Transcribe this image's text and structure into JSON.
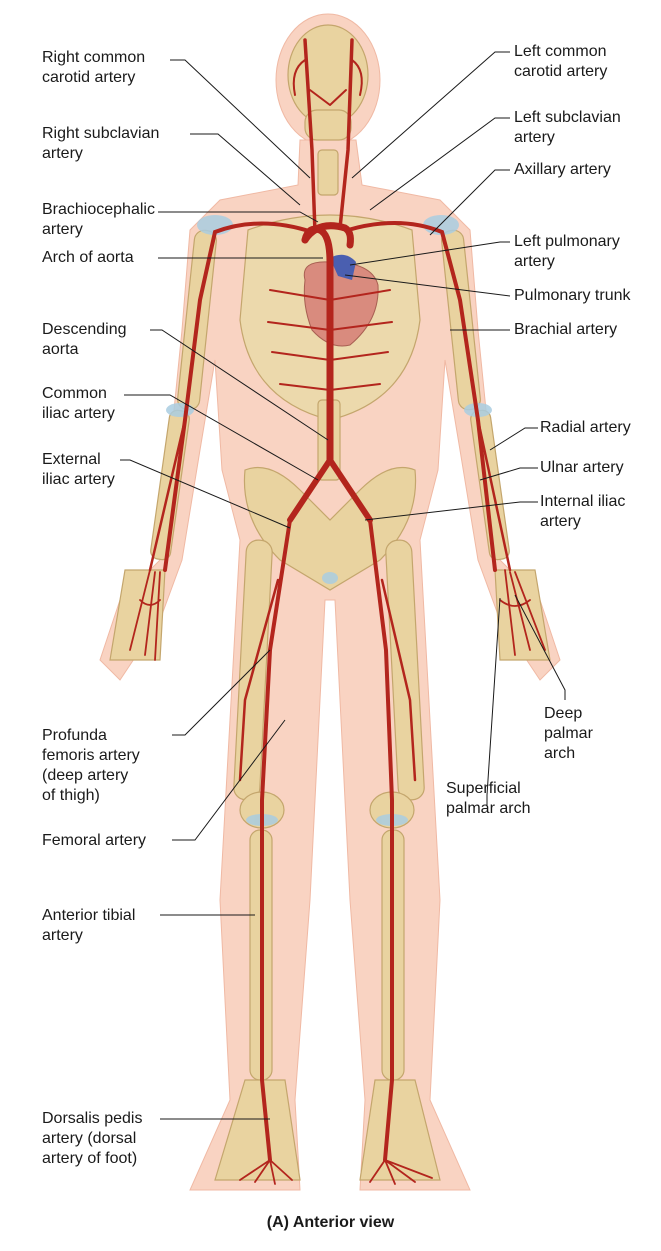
{
  "caption": "(A) Anterior view",
  "labels": {
    "right_common_carotid": "Right common\ncarotid artery",
    "right_subclavian": "Right subclavian\nartery",
    "brachiocephalic": "Brachiocephalic\nartery",
    "arch_of_aorta": "Arch of aorta",
    "descending_aorta": "Descending\naorta",
    "common_iliac": "Common\niliac artery",
    "external_iliac": "External\niliac artery",
    "profunda_femoris": "Profunda\nfemoris artery\n(deep artery\nof thigh)",
    "femoral": "Femoral artery",
    "anterior_tibial": "Anterior tibial\nartery",
    "dorsalis_pedis": "Dorsalis pedis\nartery (dorsal\nartery of foot)",
    "left_common_carotid": "Left common\ncarotid artery",
    "left_subclavian": "Left subclavian\nartery",
    "axillary": "Axillary artery",
    "left_pulmonary": "Left pulmonary\nartery",
    "pulmonary_trunk": "Pulmonary trunk",
    "brachial": "Brachial artery",
    "radial": "Radial artery",
    "ulnar": "Ulnar artery",
    "internal_iliac": "Internal iliac\nartery",
    "deep_palmar_arch": "Deep\npalmar\narch",
    "superficial_palmar_arch": "Superficial\npalmar arch"
  },
  "colors": {
    "skin": "#f9d3c2",
    "bone": "#e9d3a0",
    "artery": "#b3251d",
    "heart": "#d98b7e",
    "vein_blue": "#4a5fb0",
    "cartilage": "#a9cde0"
  }
}
